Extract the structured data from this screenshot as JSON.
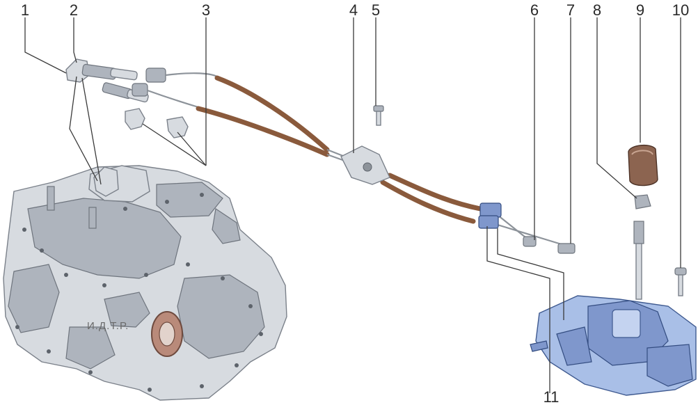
{
  "callouts": [
    "1",
    "2",
    "3",
    "4",
    "5",
    "6",
    "7",
    "8",
    "9",
    "10",
    "11"
  ],
  "watermark": "И.Д.Т.Р.",
  "colors": {
    "cable_sheath": "#8a5a3c",
    "gearbox_metal": "#d7dbe0",
    "shifter_base": "#a9bfe7",
    "knob": "#8c6450"
  }
}
